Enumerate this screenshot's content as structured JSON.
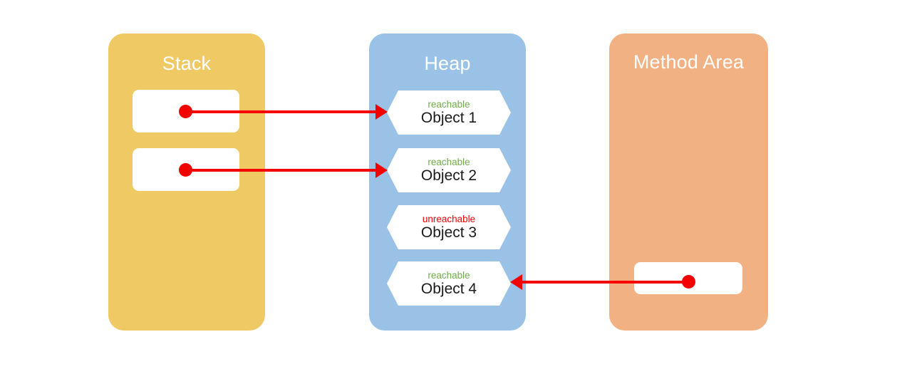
{
  "diagram": {
    "title": "JVM memory reachability diagram",
    "background": "#ffffff",
    "panels": [
      {
        "id": "stack",
        "label": "Stack",
        "color": "#efc964",
        "slots": [
          {
            "id": "stack-slot-1",
            "label": ""
          },
          {
            "id": "stack-slot-2",
            "label": ""
          }
        ]
      },
      {
        "id": "heap",
        "label": "Heap",
        "color": "#9ac2e6",
        "objects": [
          {
            "id": "object-1",
            "state": "reachable",
            "name": "Object 1",
            "state_color": "#70ad47"
          },
          {
            "id": "object-2",
            "state": "reachable",
            "name": "Object 2",
            "state_color": "#70ad47"
          },
          {
            "id": "object-3",
            "state": "unreachable",
            "name": "Object 3",
            "state_color": "#ff0000"
          },
          {
            "id": "object-4",
            "state": "reachable",
            "name": "Object 4",
            "state_color": "#70ad47"
          }
        ]
      },
      {
        "id": "method-area",
        "label": "Method Area",
        "color": "#f2b183",
        "slots": [
          {
            "id": "method-area-slot-1",
            "label": ""
          }
        ]
      }
    ],
    "arrows": [
      {
        "id": "arrow-stack-1-to-object-1",
        "from": "stack-slot-1",
        "to": "object-1",
        "direction": "right",
        "color": "#f50000"
      },
      {
        "id": "arrow-stack-2-to-object-2",
        "from": "stack-slot-2",
        "to": "object-2",
        "direction": "right",
        "color": "#f50000"
      },
      {
        "id": "arrow-method-area-to-object-4",
        "from": "method-area-slot-1",
        "to": "object-4",
        "direction": "left",
        "color": "#f50000"
      }
    ]
  }
}
